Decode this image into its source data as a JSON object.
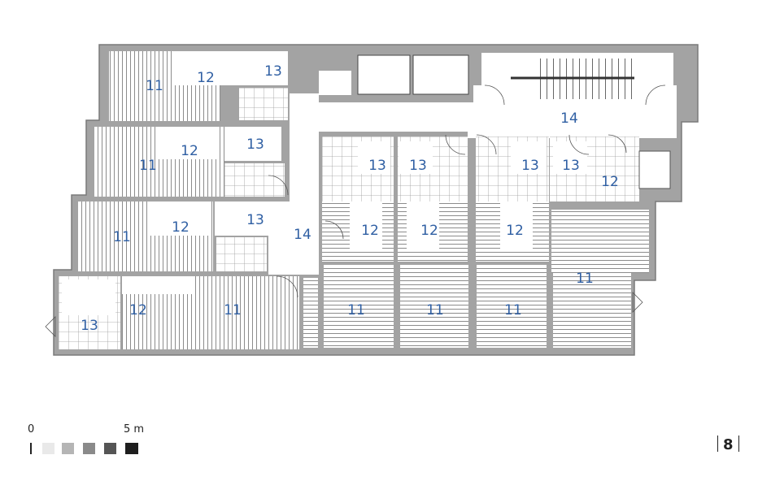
{
  "rooms": {
    "r11a": "11",
    "r12a": "12",
    "r13a": "13",
    "r11b": "11",
    "r12b": "12",
    "r13b": "13",
    "r11c": "11",
    "r12c": "12",
    "r13c": "13",
    "r13d": "13",
    "r12d": "12",
    "r11d": "11",
    "r14a": "14",
    "r14b": "14",
    "r13e": "13",
    "r13f": "13",
    "r13g": "13",
    "r13h": "13",
    "r12e": "12",
    "r12f": "12",
    "r12g": "12",
    "r12h": "12",
    "r11e": "11",
    "r11f": "11",
    "r11g": "11",
    "r11h": "11"
  },
  "scale": {
    "start": "0",
    "end": "5 m"
  },
  "page_number": "8",
  "colors": {
    "wall": "#9a9a9a",
    "label": "#2f5fa3",
    "scale_1": "#e9e9e9",
    "scale_2": "#b5b5b5",
    "scale_3": "#8a8a8a",
    "scale_4": "#555555",
    "scale_5": "#1e1e1e"
  }
}
